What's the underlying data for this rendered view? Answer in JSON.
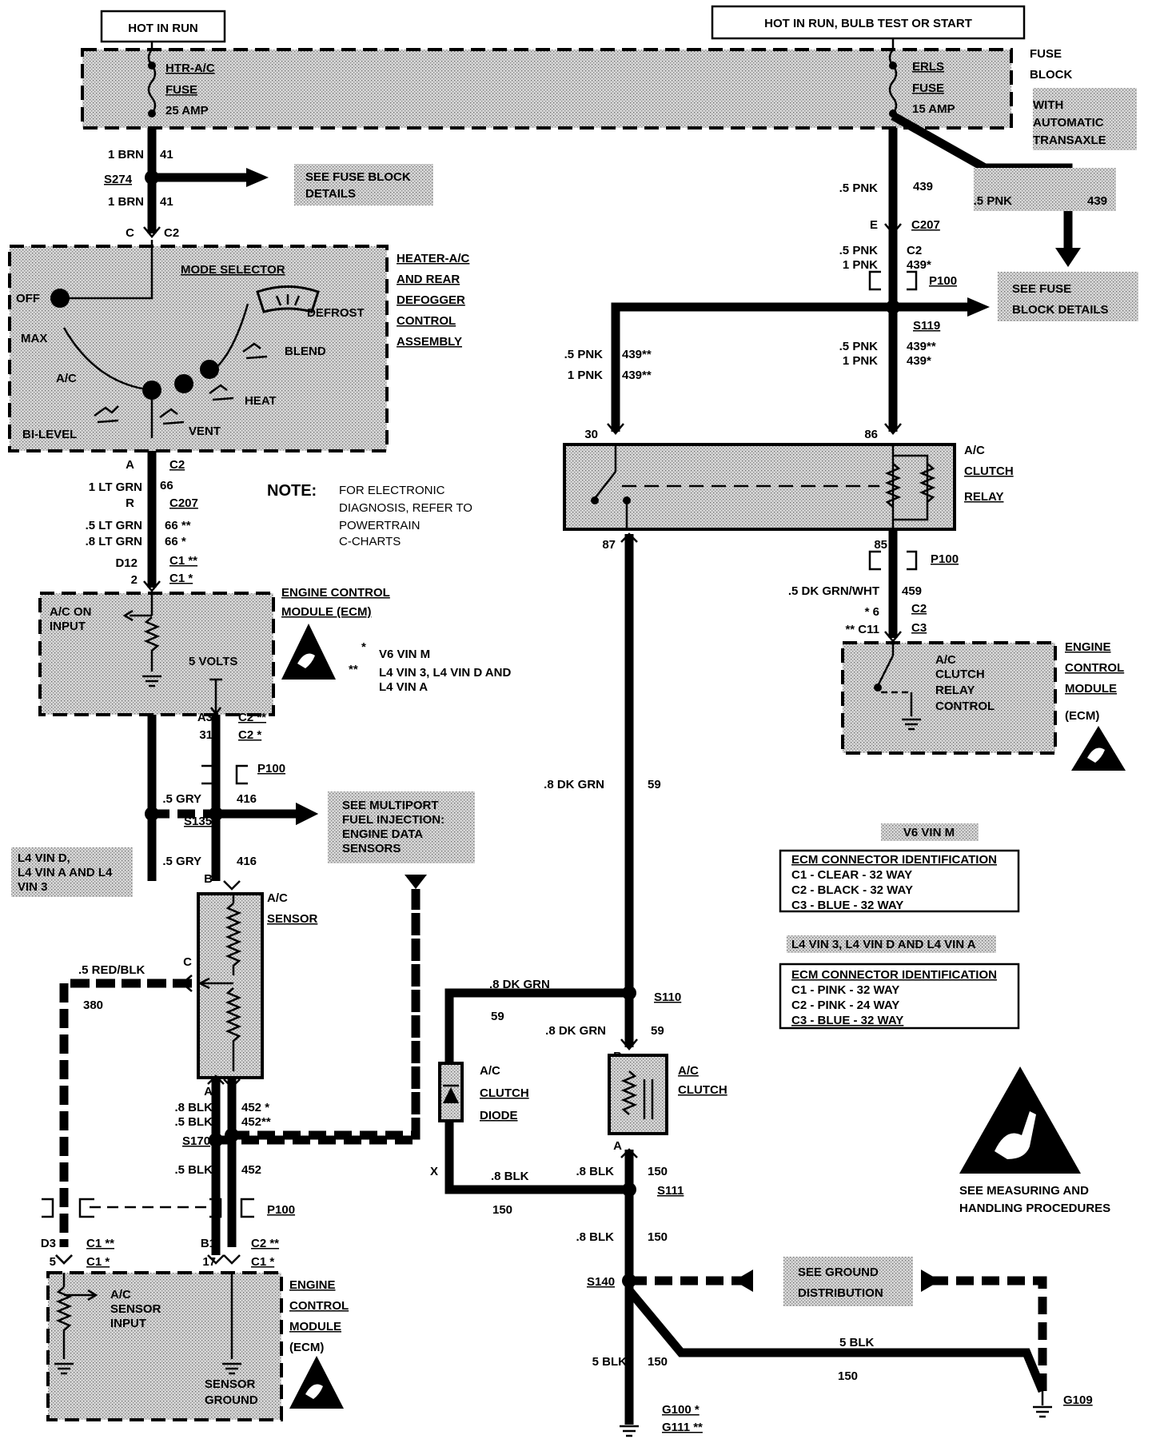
{
  "titles": {
    "hot_in_run": "HOT IN RUN",
    "hot_in_run_bulb": "HOT IN RUN, BULB TEST OR START",
    "fuse_block": [
      "FUSE",
      "BLOCK"
    ],
    "with_auto": [
      "WITH",
      "AUTOMATIC",
      "TRANSAXLE"
    ]
  },
  "fuses": {
    "htr": [
      "HTR-A/C",
      "FUSE",
      "25 AMP"
    ],
    "erls": [
      "ERLS",
      "FUSE",
      "15 AMP"
    ]
  },
  "left": {
    "w1": "1 BRN",
    "c1": "41",
    "s274": "S274",
    "w2": "1 BRN",
    "c2": "41",
    "see_fuse": [
      "SEE FUSE BLOCK",
      "DETAILS"
    ],
    "conn_c": "C",
    "conn_c2": "C2",
    "hvac_title": [
      "HEATER-A/C",
      "AND REAR",
      "DEFOGGER",
      "CONTROL",
      "ASSEMBLY"
    ],
    "mode_selector": "MODE SELECTOR",
    "modes": {
      "off": "OFF",
      "max": "MAX",
      "ac": "A/C",
      "bilevel": "BI-LEVEL",
      "vent": "VENT",
      "heat": "HEAT",
      "blend": "BLEND",
      "defrost": "DEFROST"
    },
    "a": "A",
    "c2b": "C2",
    "w3": "1 LT GRN",
    "c3": "66",
    "r": "R",
    "c207": "C207",
    "w4": ".5 LT GRN",
    "c4": "66 **",
    "w5": ".8 LT GRN",
    "c5": "66 *",
    "d12": "D12",
    "c1a": "C1 **",
    "two": "2",
    "c1b": "C1 *",
    "ecm_title": [
      "ENGINE CONTROL",
      "MODULE (ECM)"
    ],
    "ac_on": [
      "A/C ON",
      "INPUT"
    ],
    "five_volts": "5 VOLTS",
    "a3": "A3",
    "c2s": "C2 **",
    "n31": "31",
    "c2t": "C2 *",
    "p100": "P100",
    "w6": ".5 GRY",
    "c6": "416",
    "s135": "S135",
    "see_mpfi": [
      "SEE MULTIPORT",
      "FUEL INJECTION:",
      "ENGINE DATA",
      "SENSORS"
    ],
    "w7": ".5 GRY",
    "c7": "416",
    "l4note": [
      "L4 VIN D,",
      "L4 VIN A AND L4",
      "VIN 3"
    ],
    "b": "B",
    "ac_sensor": [
      "A/C",
      "SENSOR"
    ],
    "cc": "C",
    "w8": ".5 RED/BLK",
    "c8": "380",
    "aa": "A",
    "w9": ".8 BLK",
    "c9": "452 *",
    "w10": ".5 BLK",
    "c10": "452**",
    "s170": "S170",
    "w11": ".5 BLK",
    "c11": "452",
    "p100b": "P100",
    "d3": "D3",
    "c1c": "C1 **",
    "five": "5",
    "c1d": "C1 *",
    "b1": "B1",
    "c2u": "C2 **",
    "n17": "17",
    "c1e": "C1 *",
    "ecm3_title": [
      "ENGINE",
      "CONTROL",
      "MODULE",
      "(ECM)"
    ],
    "sensor_input": [
      "A/C",
      "SENSOR",
      "INPUT"
    ],
    "sensor_ground": [
      "SENSOR",
      "GROUND"
    ]
  },
  "note": {
    "label": "NOTE:",
    "text": [
      "FOR ELECTRONIC",
      "DIAGNOSIS, REFER TO",
      "POWERTRAIN",
      "C-CHARTS"
    ],
    "star1": "*",
    "v6": "V6 VIN M",
    "star2": "**",
    "l4": [
      "L4 VIN 3, L4 VIN D AND",
      "L4 VIN A"
    ]
  },
  "right": {
    "w1": ".5 PNK",
    "c1": "439",
    "w1b": ".5 PNK",
    "c1b": "439",
    "e": "E",
    "c207": "C207",
    "w2": ".5 PNK",
    "c2": "C2",
    "w3": "1 PNK",
    "c3": "439*",
    "p100": "P100",
    "see_fuse": [
      "SEE FUSE",
      "BLOCK DETAILS"
    ],
    "s119": "S119",
    "w4": ".5 PNK",
    "c4": "439**",
    "w5": "1 PNK",
    "c5": "439*",
    "w6": ".5 PNK",
    "c6": "439**",
    "w7": "1 PNK",
    "c7": "439**",
    "n30": "30",
    "n86": "86",
    "n87": "87",
    "n85": "85",
    "relay": [
      "A/C",
      "CLUTCH",
      "RELAY"
    ],
    "p100b": "P100",
    "w8": ".5 DK GRN/WHT",
    "c8": "459",
    "s6": "*  6",
    "s11": "**  C11",
    "c3b": "C3",
    "relay_ctrl": [
      "A/C",
      "CLUTCH",
      "RELAY",
      "CONTROL"
    ],
    "ecm2_title": [
      "ENGINE",
      "CONTROL",
      "MODULE",
      "(ECM)"
    ],
    "w9": ".8 DK GRN",
    "c9": "59",
    "w10": ".8 DK GRN",
    "c10": "59",
    "s110": "S110",
    "w11": ".8 DK GRN",
    "c11": "59",
    "diode": [
      "A/C",
      "CLUTCH",
      "DIODE"
    ],
    "b": "B",
    "clutch": [
      "A/C",
      "CLUTCH"
    ],
    "a": "A",
    "x": "X",
    "w12": ".8 BLK",
    "c12": "150",
    "w13": ".8 BLK",
    "c13": "150",
    "s111": "S111",
    "w14": ".8 BLK",
    "c14": "150",
    "s140": "S140",
    "see_ground": [
      "SEE GROUND",
      "DISTRIBUTION"
    ],
    "w15": "5 BLK",
    "c15": "150",
    "w16": "5 BLK",
    "c16": "150",
    "g100": "G100 *",
    "g111": "G111 **",
    "g109": "G109"
  },
  "ecm_tables": {
    "v6_title": "V6 VIN M",
    "v6_header": "ECM CONNECTOR IDENTIFICATION",
    "v6_rows": [
      "C1  -  CLEAR  -  32 WAY",
      "C2  -  BLACK  -  32 WAY",
      "C3  -  BLUE  -  32 WAY"
    ],
    "l4_title": "L4 VIN 3, L4 VIN D AND L4 VIN A",
    "l4_header": "ECM CONNECTOR IDENTIFICATION",
    "l4_rows": [
      "C1  -  PINK  -  32 WAY",
      "C2  -  PINK  -  24 WAY",
      "C3  -  BLUE  -  32 WAY"
    ]
  },
  "esd": [
    "SEE MEASURING AND",
    "HANDLING PROCEDURES"
  ]
}
